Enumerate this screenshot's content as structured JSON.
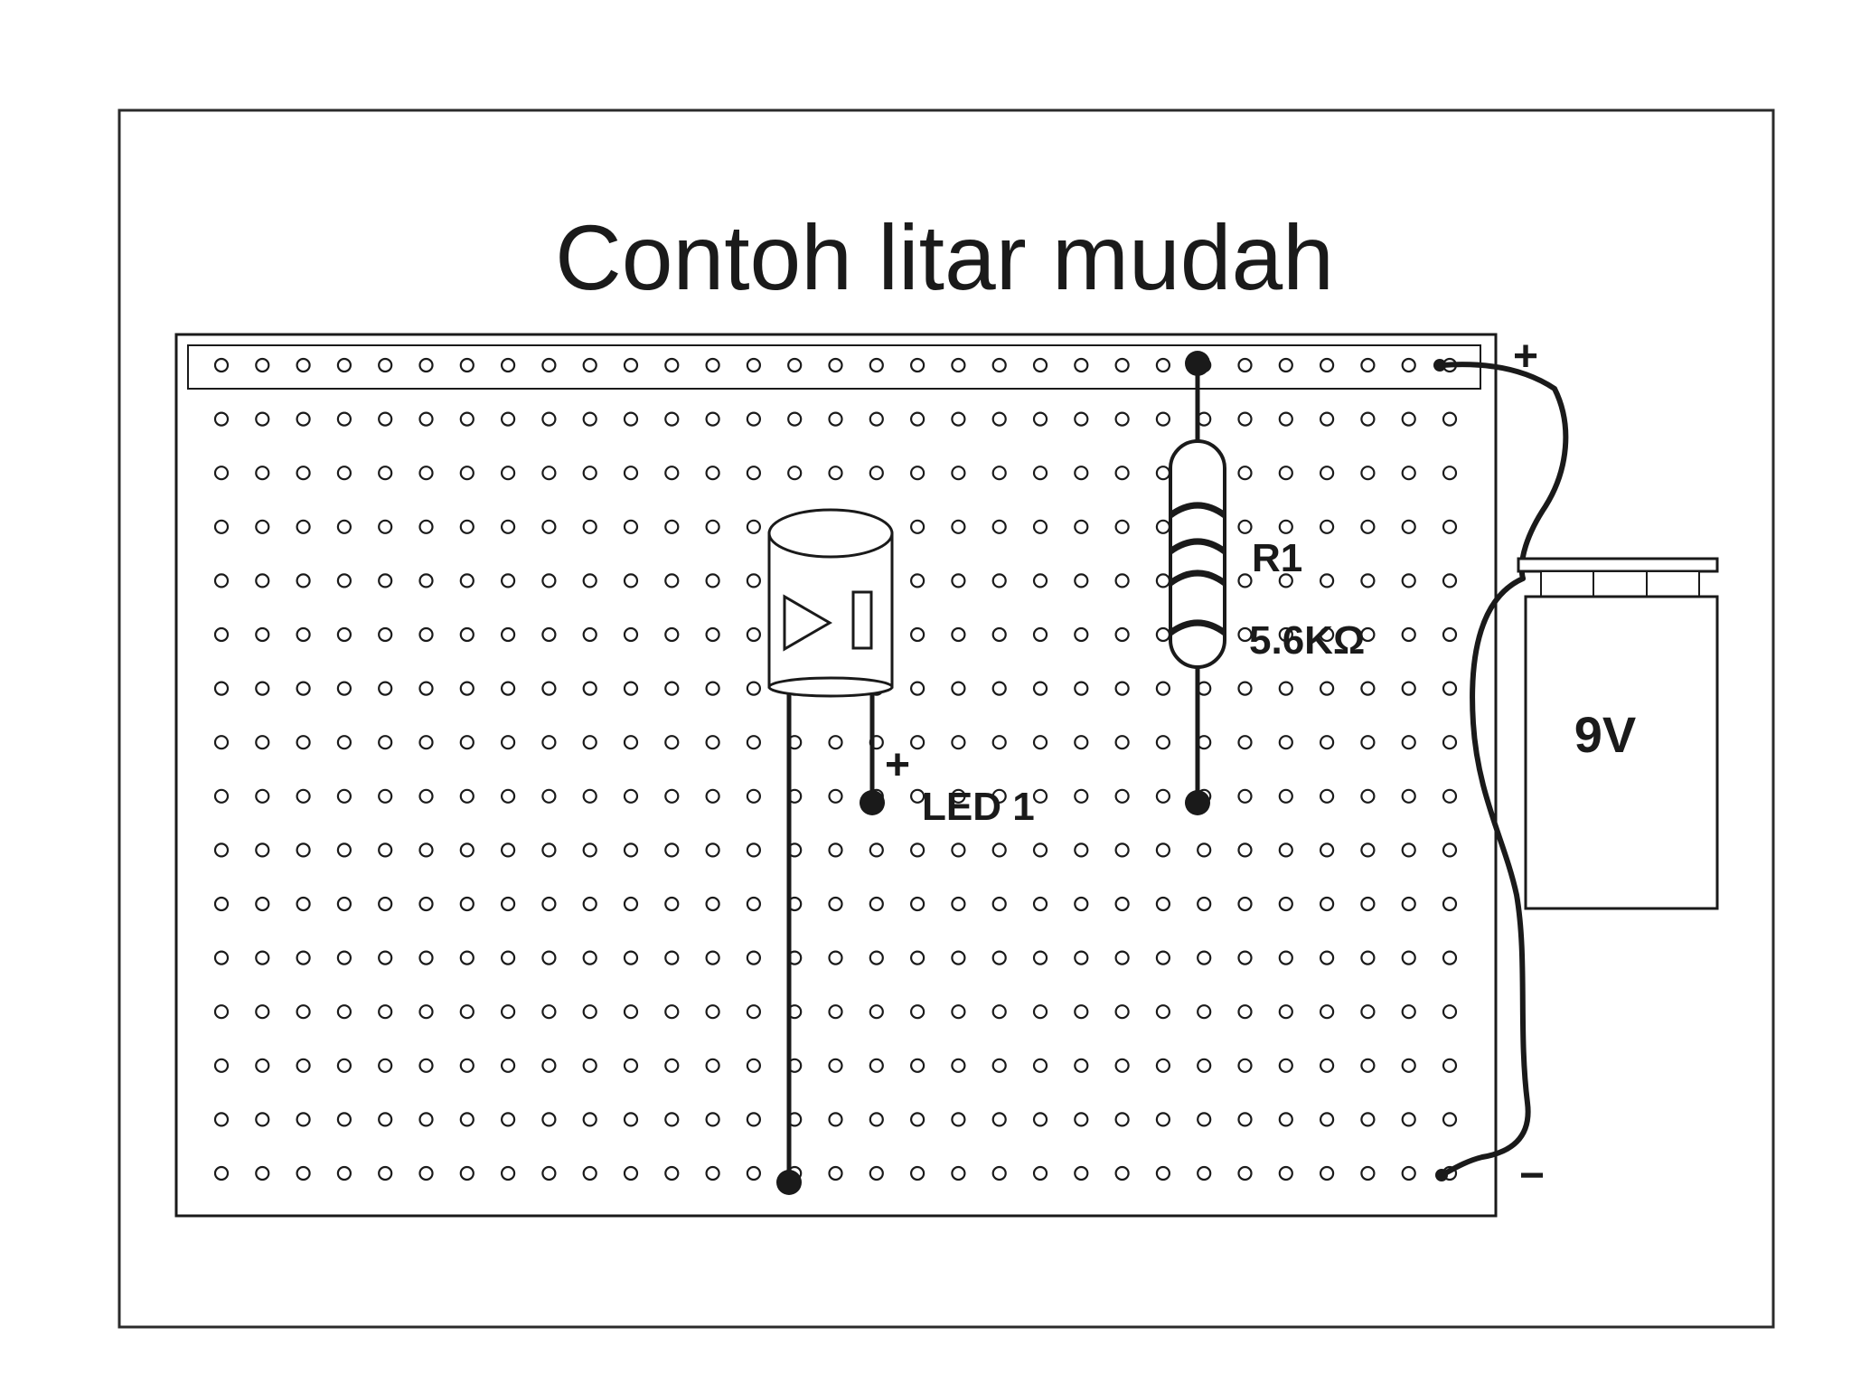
{
  "title": "Contoh litar mudah",
  "board": {
    "rows": 16,
    "columns": 31,
    "positive_terminal": "+",
    "negative_terminal": "−"
  },
  "led": {
    "label": "LED 1",
    "polarity_mark": "+"
  },
  "resistor": {
    "name": "R1",
    "value": "5.6KΩ"
  },
  "battery": {
    "voltage": "9V"
  },
  "colors": {
    "ink": "#1a1a1a",
    "paper": "#ffffff",
    "frame": "#2b2b2b"
  }
}
